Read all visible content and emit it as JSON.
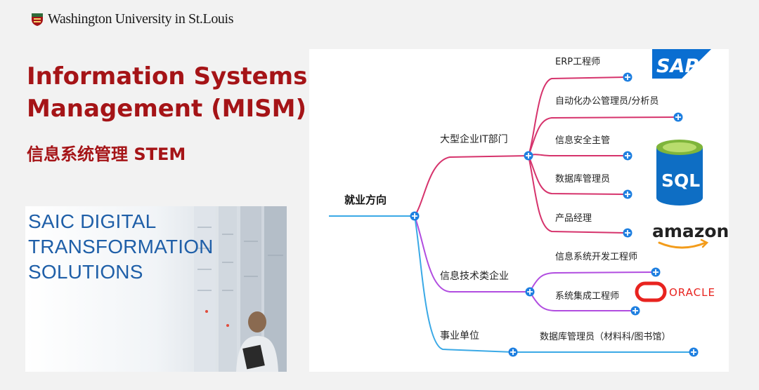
{
  "header": {
    "university": "Washington University in St.Louis"
  },
  "title_line1": "Information Systems",
  "title_line2": "Management (MISM)",
  "subtitle": "信息系统管理 STEM",
  "photo": {
    "line1": "SAIC DIGITAL",
    "line2": "TRANSFORMATION",
    "line3": "SOLUTIONS"
  },
  "mindmap": {
    "root": "就业方向",
    "branch1": {
      "label": "大型企业IT部门",
      "leaves": [
        "ERP工程师",
        "自动化办公管理员/分析员",
        "信息安全主管",
        "数据库管理员",
        "产品经理"
      ]
    },
    "branch2": {
      "label": "信息技术类企业",
      "leaves": [
        "信息系统开发工程师",
        "系统集成工程师"
      ]
    },
    "branch3": {
      "label": "事业单位",
      "leaves": [
        "数据库管理员（材料科/图书馆）"
      ]
    }
  },
  "logos": {
    "sap": "SAP",
    "sql": "SQL",
    "amazon": "amazon",
    "oracle": "ORACLE"
  },
  "colors": {
    "accent_red": "#a51417",
    "branch1": "#d6336c",
    "branch2": "#b14de0",
    "branch3": "#3aa9e6",
    "node": "#1e7fe0"
  }
}
